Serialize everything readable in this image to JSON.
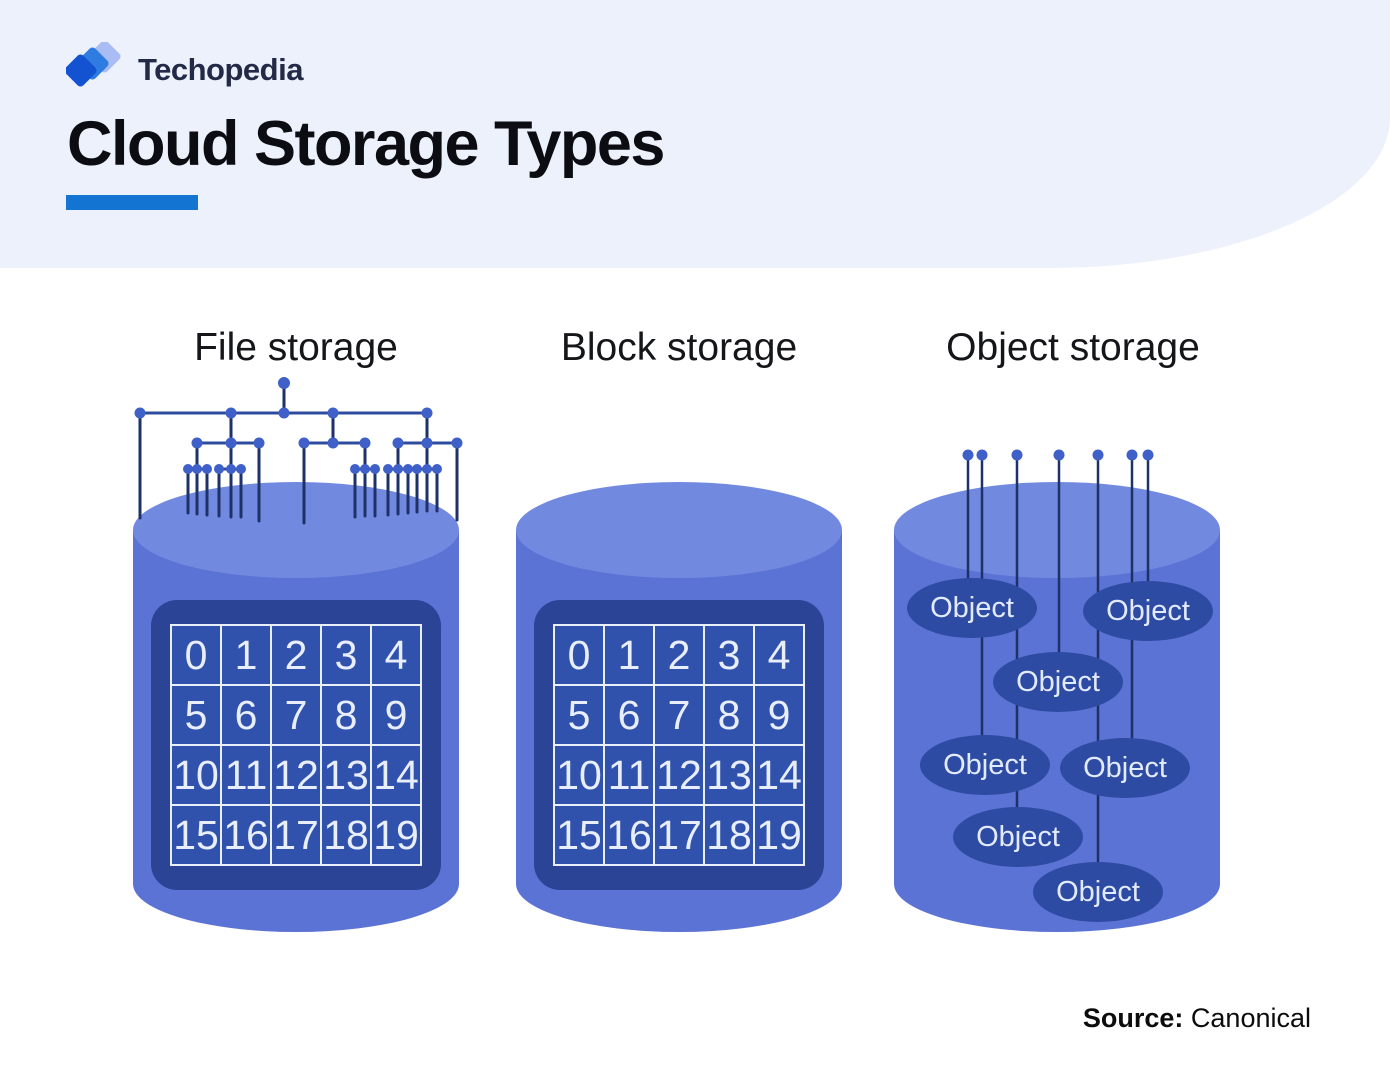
{
  "header": {
    "brand": "Techopedia",
    "title": "Cloud Storage Types"
  },
  "sections": [
    {
      "id": "file",
      "label": "File storage"
    },
    {
      "id": "block",
      "label": "Block storage"
    },
    {
      "id": "object",
      "label": "Object storage"
    }
  ],
  "grid": {
    "numbers": [
      "0",
      "1",
      "2",
      "3",
      "4",
      "5",
      "6",
      "7",
      "8",
      "9",
      "10",
      "11",
      "12",
      "13",
      "14",
      "15",
      "16",
      "17",
      "18",
      "19"
    ]
  },
  "object_labels": [
    "Object",
    "Object",
    "Object",
    "Object",
    "Object",
    "Object",
    "Object"
  ],
  "source": {
    "label": "Source:",
    "value": "Canonical"
  },
  "colors": {
    "band_bg": "#edf1fb",
    "accent_underline": "#1474d2",
    "cylinder_body": "#5b73d4",
    "cylinder_top": "#7289e0",
    "panel_navy": "#2b4496",
    "cell_blue": "#3052ad",
    "grid_line": "#e9effb",
    "ellipse_navy": "#2d4ba3",
    "line_dark": "#1e3269",
    "bus_line": "#2d4c9e",
    "node_dot": "#3e60c8",
    "logo_dark": "#1352d1",
    "logo_mid": "#2e7ce2",
    "logo_light": "#a9bdf4"
  }
}
